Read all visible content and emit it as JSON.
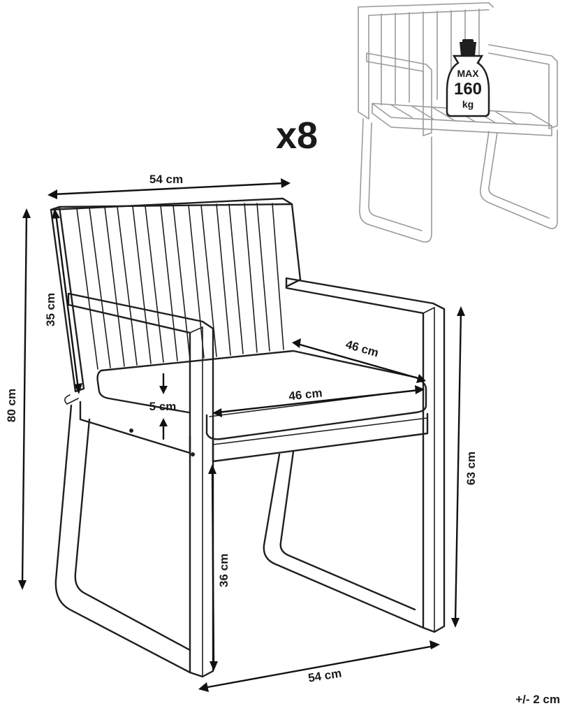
{
  "quantity_label": "x8",
  "max_load": {
    "top": "MAX",
    "value": "160",
    "unit": "kg"
  },
  "dimensions": {
    "top_width": "54 cm",
    "backrest_height": "35 cm",
    "total_height": "80 cm",
    "seat_depth": "46 cm",
    "seat_width": "46 cm",
    "cushion_thickness": "5 cm",
    "armrest_height": "63 cm",
    "seat_height": "36 cm",
    "bottom_width": "54 cm"
  },
  "tolerance": "+/- 2 cm",
  "icons": {
    "weight": "weight-icon"
  }
}
